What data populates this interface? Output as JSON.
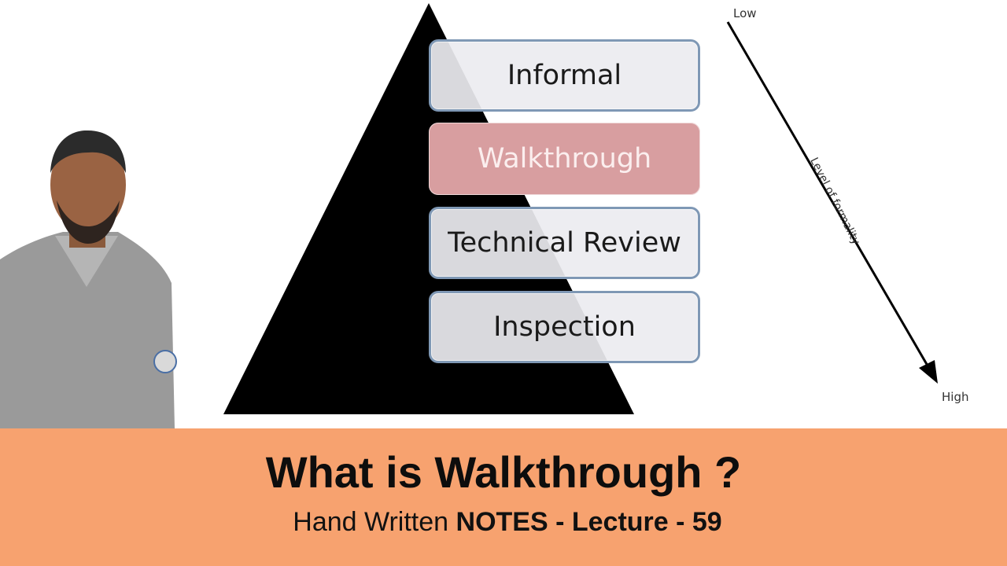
{
  "pyramid": {
    "levels": [
      "Informal",
      "Walkthrough",
      "Technical Review",
      "Inspection"
    ],
    "active_level": "Walkthrough"
  },
  "formality_axis": {
    "top_label": "Low",
    "bottom_label": "High",
    "axis_label": "Level of formality"
  },
  "banner": {
    "title": "What is Walkthrough ?",
    "subtitle_prefix": "Hand Written ",
    "subtitle_bold": "NOTES  - Lecture - 59"
  },
  "colors": {
    "banner": "#f7a26f",
    "active_box": "#d89ea0",
    "box_border": "#7f98b5",
    "pyramid": "#000000"
  }
}
